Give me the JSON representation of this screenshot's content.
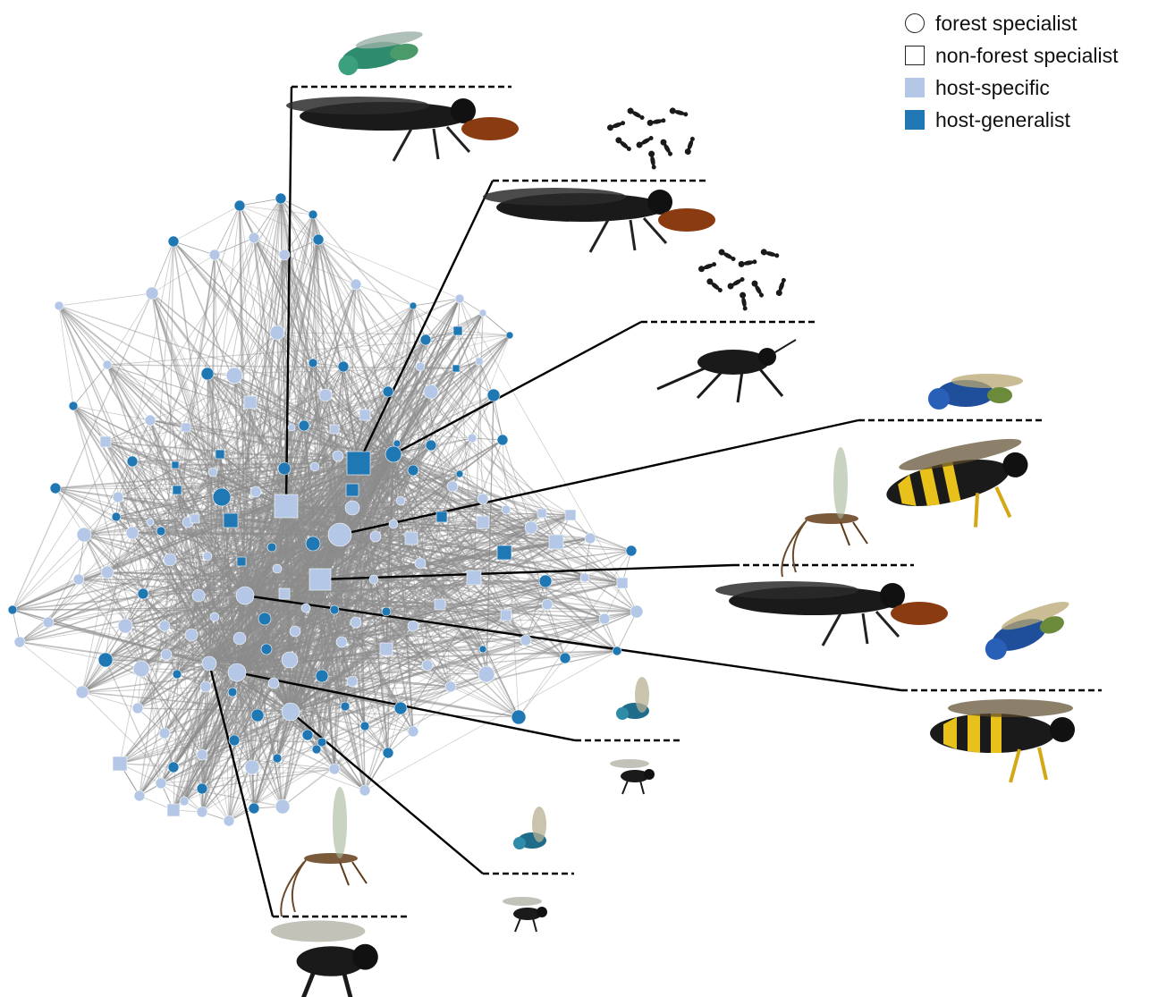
{
  "legend": {
    "items": [
      {
        "label": "forest specialist",
        "symbol": "circle-outline"
      },
      {
        "label": "non-forest specialist",
        "symbol": "square-outline"
      },
      {
        "label": "host-specific",
        "symbol": "square-fill",
        "color": "#b4c7e7"
      },
      {
        "label": "host-generalist",
        "symbol": "square-fill",
        "color": "#1f77b4"
      }
    ]
  },
  "colors": {
    "host_specific": "#b4c7e7",
    "host_generalist": "#1f77b4",
    "edge": "#8c8c8c",
    "callout": "#000000"
  },
  "callouts": [
    {
      "node": "node-a",
      "photos": [
        "cuckoo-wasp-green",
        "spider-wasp-black-orange"
      ]
    },
    {
      "node": "node-b",
      "photos": [
        "ant-swarm",
        "spider-wasp-black-orange"
      ]
    },
    {
      "node": "node-c",
      "photos": [
        "ant-swarm",
        "black-wasp"
      ]
    },
    {
      "node": "node-d",
      "photos": [
        "cuckoo-wasp-blue",
        "potter-wasp-yellow",
        "ichneumonid-wasp"
      ]
    },
    {
      "node": "node-e",
      "photos": [
        "spider-wasp-black-orange",
        "cuckoo-wasp-blue"
      ]
    },
    {
      "node": "node-f",
      "photos": [
        "potter-wasp-yellow"
      ]
    },
    {
      "node": "node-g",
      "photos": [
        "cuckoo-wasp-blue-small",
        "black-wasp-small"
      ]
    },
    {
      "node": "node-h",
      "photos": [
        "cuckoo-wasp-blue-small",
        "black-wasp-small"
      ]
    },
    {
      "node": "node-i",
      "photos": [
        "ichneumonid-wasp",
        "black-wasp-winged"
      ]
    }
  ]
}
